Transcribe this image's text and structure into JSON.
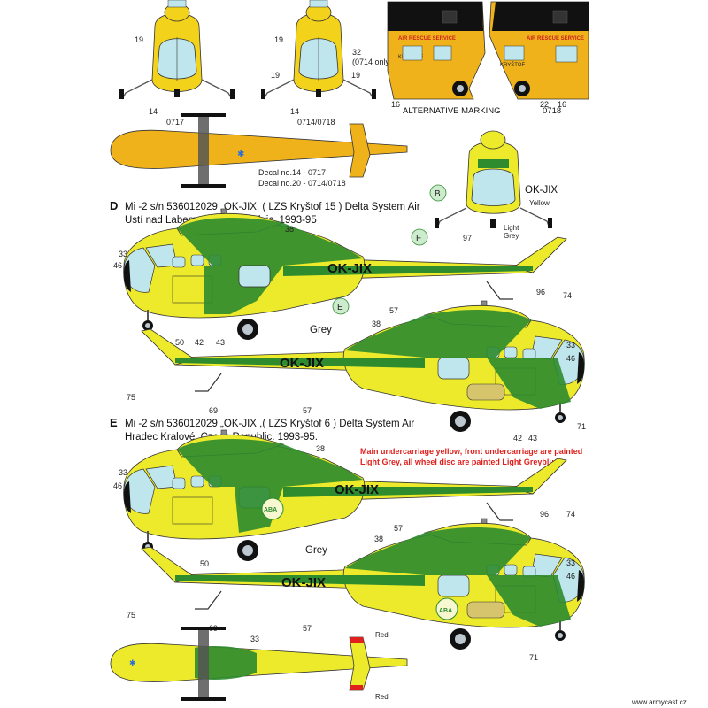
{
  "colors": {
    "yellow": "#f2d21a",
    "bright_yellow": "#ecea2a",
    "orange_yellow": "#f0b21a",
    "green": "#2e8b2e",
    "glass": "#bfe6ec",
    "black": "#111111",
    "grey": "#9a9a9a",
    "note_red": "#e0201c",
    "badge_green": "#cdeccd"
  },
  "top_left": {
    "view1_label": "0717",
    "view2_label": "0714/0718",
    "callouts": {
      "c19a": "19",
      "c14a": "14",
      "c19b": "19",
      "c32": "32",
      "c0714": "(0714 only)",
      "c19c": "19",
      "c19d": "19",
      "c14b": "14"
    }
  },
  "alt_marking": {
    "title": "ALTERNATIVE MARKING",
    "code": "0718",
    "door_text": "AIR RESCUE SERVICE",
    "name_text": "KRYŠTOF",
    "callouts": {
      "c16a": "16",
      "c22": "22",
      "c16b": "16"
    }
  },
  "top_view": {
    "decal_line1": "Decal no.14 - 0717",
    "decal_line2": "Decal no.20 - 0714/0718"
  },
  "front_view_jix": {
    "label": "OK-JIX",
    "yellow": "Yellow",
    "light_grey_1": "Light",
    "light_grey_2": "Grey",
    "c97": "97",
    "badge_b": "B"
  },
  "section_d": {
    "letter": "D",
    "line1": "Mi -2  s/n 536012029 „OK-JIX, ( LZS Kryštof 15 ) Delta System Air",
    "line2": "Ustí nad Labem, Czech Republic. 1993-95",
    "registration": "OK-JIX",
    "badge_f": "F",
    "badge_e": "E",
    "grey_label": "Grey",
    "callouts": {
      "c38a": "38",
      "c33a": "33",
      "c46a": "46",
      "c96a": "96",
      "c74a": "74",
      "c57a": "57",
      "c69a": "69",
      "c50a": "50",
      "c42a": "42",
      "c43a": "43",
      "c38b": "38",
      "c33b": "33",
      "c46b": "46",
      "c75a": "75",
      "c69b": "69",
      "c57b": "57",
      "c42b": "42",
      "c43b": "43",
      "c71a": "71"
    }
  },
  "section_e": {
    "letter": "E",
    "line1": "Mi -2  s/n 536012029 „OK-JIX ,( LZS Kryštof 6 ) Delta System Air",
    "line2": "Hradec Kralové, Czech Republic. 1993-95.",
    "registration": "OK-JIX",
    "note_line1": "Main undercarriage yellow, front undercarriage are painted",
    "note_line2": "Light Grey, all wheel disc are painted Light Greyblue.",
    "grey_label": "Grey",
    "callouts": {
      "c38a": "38",
      "c33a": "33",
      "c46a": "46",
      "c96a": "96",
      "c74a": "74",
      "c57a": "57",
      "c69a": "69",
      "c50a": "50",
      "c38b": "38",
      "c33b": "33",
      "c46b": "46",
      "c75a": "75",
      "c69b": "69",
      "c57b": "57",
      "c71a": "71"
    }
  },
  "bottom_top_view": {
    "c33": "33",
    "red1": "Red",
    "red2": "Red"
  },
  "footer": {
    "site": "www.armycast.cz"
  }
}
